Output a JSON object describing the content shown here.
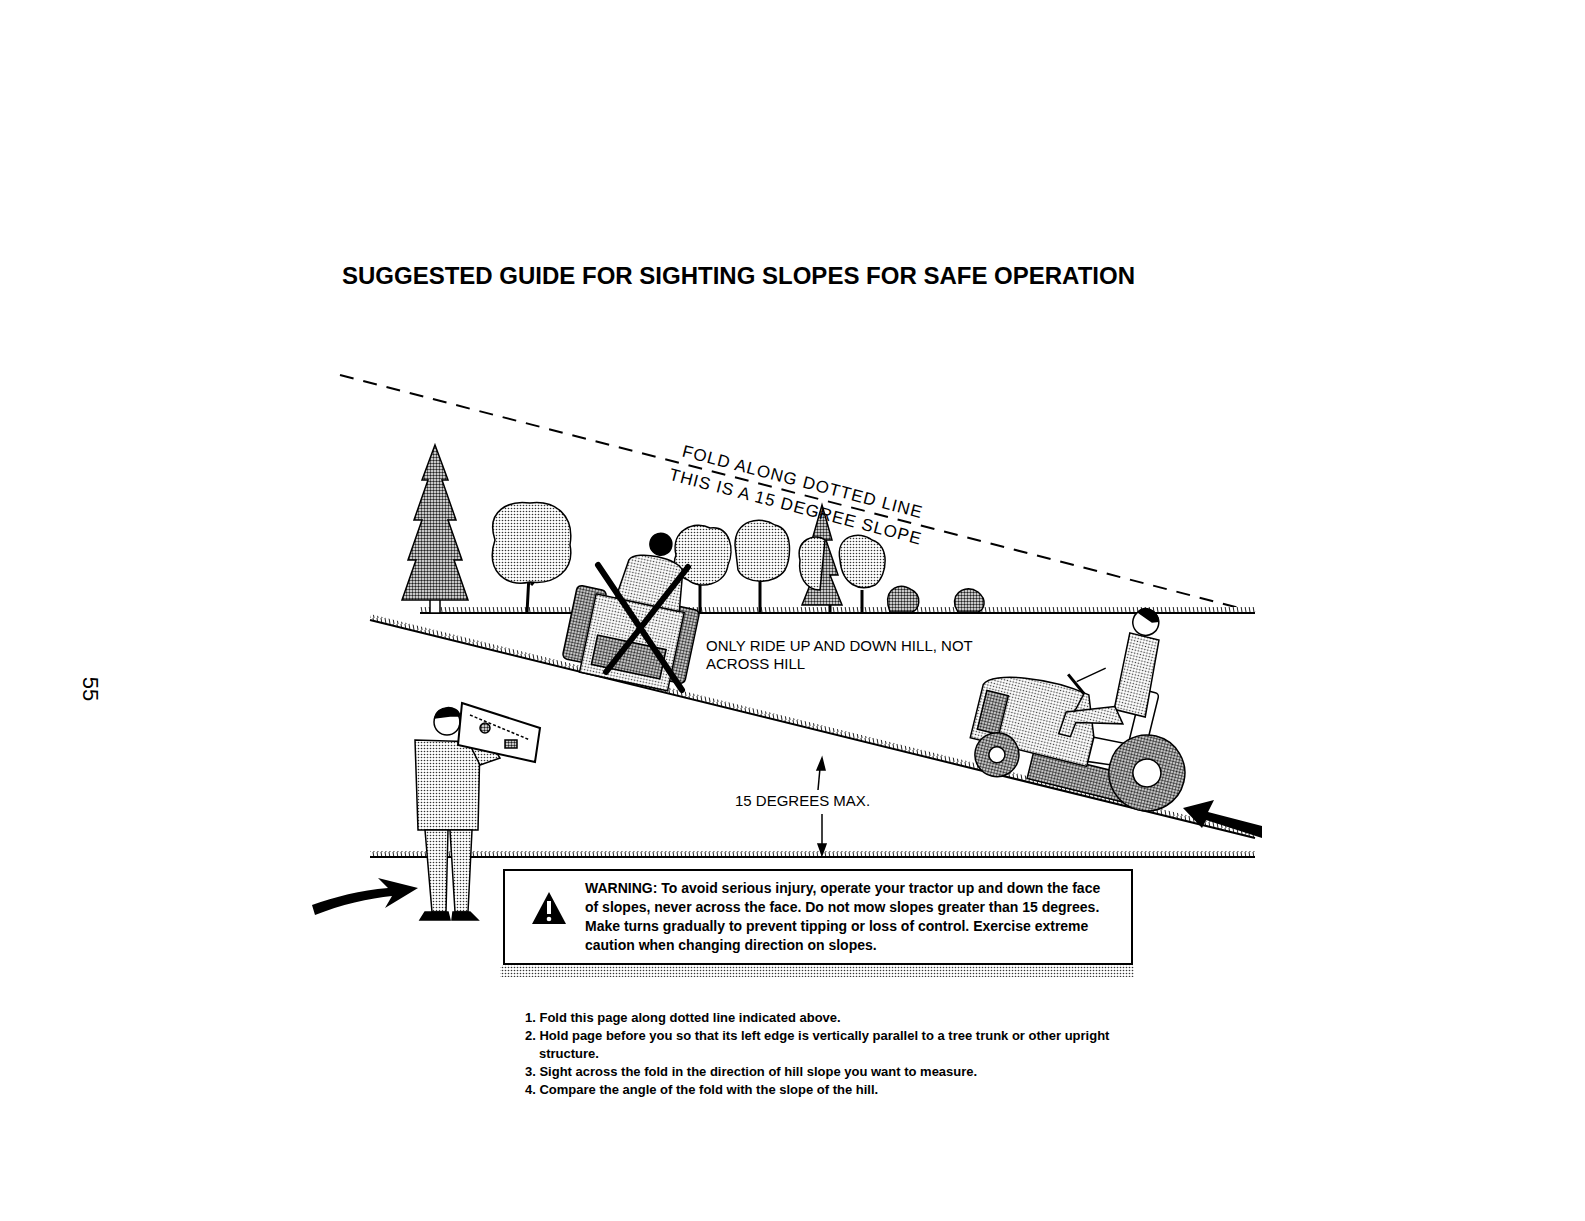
{
  "diagram": {
    "title": "SUGGESTED GUIDE FOR SIGHTING SLOPES FOR SAFE OPERATION",
    "nodes": [
      {
        "text": [
          "WARNING: To avoid serious injury, operate your tractor up and down the face of slopes, never across the face. Do not mow slopes greater than 15 degrees. Make turns gradually to prevent tipping or loss of control. Exercise extreme caution when changing direction on slopes."
        ]
      }
    ],
    "labels": [
      "FOLD ALONG DOTTED LINE",
      "THIS IS A 15 DEGREE SLOPE",
      "ONLY RIDE UP AND DOWN HILL, NOT ACROSS HILL",
      "15 DEGREES MAX.",
      "1. Fold this page along dotted line indicated above.",
      "2. Hold page before you so that its left edge is vertically parallel to a tree trunk or other upright structure.",
      "3. Sight across the fold in the direction of hill slope you want to measure.",
      "4. Compare the angle of the fold with the slope of the hill.",
      "55"
    ]
  }
}
